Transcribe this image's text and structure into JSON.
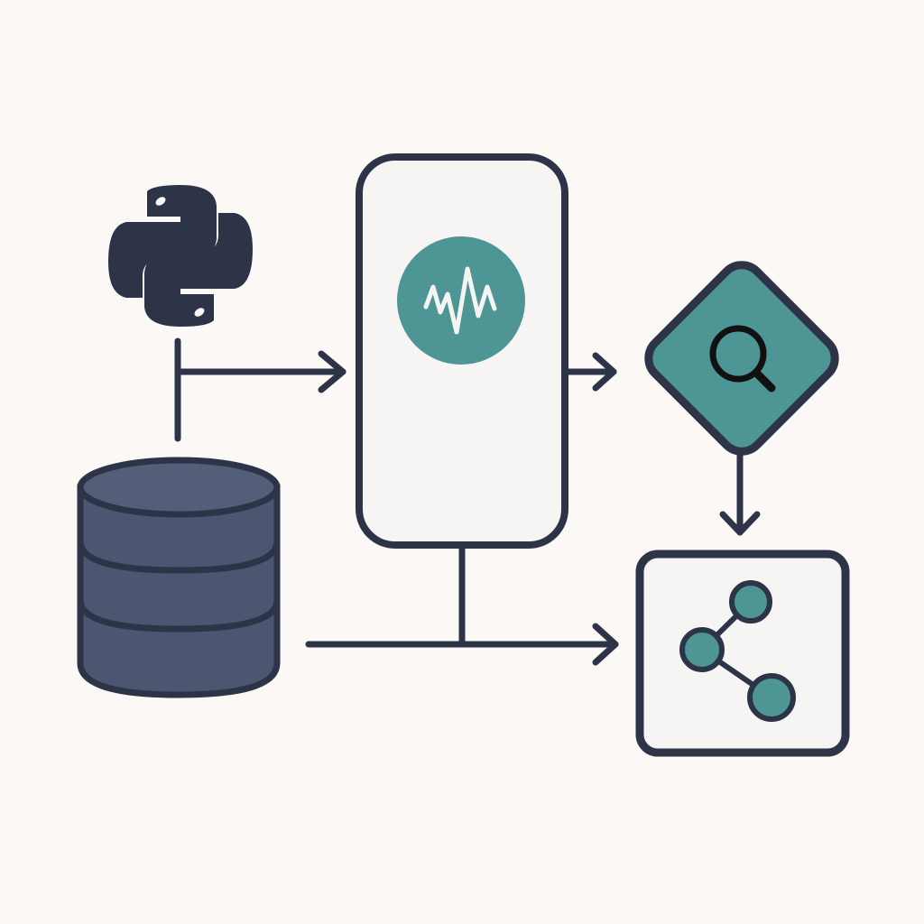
{
  "colors": {
    "background": "#fbf8f6",
    "stroke": "#2e3448",
    "accent": "#4e9596",
    "database": "#4d5670",
    "panel": "#f6f5f4"
  },
  "nodes": [
    {
      "id": "python-source",
      "icon": "python-logo-icon"
    },
    {
      "id": "database",
      "icon": "database-icon"
    },
    {
      "id": "processing-panel",
      "icon": "waveform-icon"
    },
    {
      "id": "search-decision",
      "icon": "search-icon"
    },
    {
      "id": "network-output",
      "icon": "share-network-icon"
    }
  ]
}
